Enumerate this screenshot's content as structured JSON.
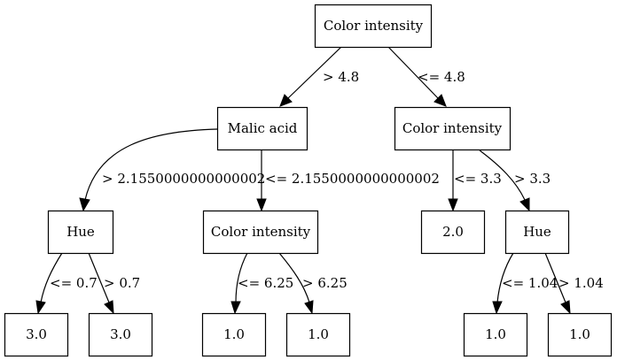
{
  "nodes": {
    "root": "Color intensity",
    "malic_acid": "Malic acid",
    "color_intensity_right": "Color intensity",
    "hue_left": "Hue",
    "color_intensity_mid": "Color intensity",
    "leaf_2_0": "2.0",
    "hue_right": "Hue",
    "leaf_3_0_a": "3.0",
    "leaf_3_0_b": "3.0",
    "leaf_1_0_a": "1.0",
    "leaf_1_0_b": "1.0",
    "leaf_1_0_c": "1.0",
    "leaf_1_0_d": "1.0"
  },
  "edges": {
    "root_gt": "> 4.8",
    "root_le": "<= 4.8",
    "malic_gt": "> 2.1550000000000002",
    "malic_le": "<= 2.1550000000000002",
    "ci_right_le": "<= 3.3",
    "ci_right_gt": "> 3.3",
    "hue_left_le": "<= 0.7",
    "hue_left_gt": "> 0.7",
    "ci_mid_le": "<= 6.25",
    "ci_mid_gt": "> 6.25",
    "hue_right_le": "<= 1.04",
    "hue_right_gt": "> 1.04"
  }
}
